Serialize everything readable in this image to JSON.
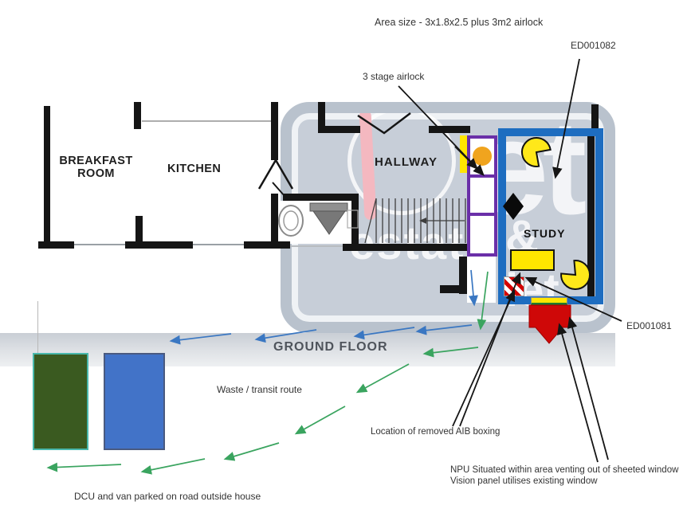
{
  "diagram": {
    "annotations": {
      "area_size": "Area size - 3x1.8x2.5 plus 3m2 airlock",
      "equipment_id_top": "ED001082",
      "airlock": "3 stage airlock",
      "equipment_id_bottom": "ED001081",
      "aib_boxing": "Location of removed AIB boxing",
      "npu_line1": "NPU Situated within area venting out of sheeted window",
      "npu_line2": "Vision panel utilises existing window",
      "waste_route": "Waste / transit route",
      "dcu": "DCU and van parked on road outside house"
    },
    "rooms": {
      "breakfast_line1": "BREAKFAST",
      "breakfast_line2": "ROOM",
      "kitchen": "KITCHEN",
      "hallway": "HALLWAY",
      "study": "STUDY"
    },
    "caption": "GROUND FLOOR",
    "watermark": {
      "big": "et",
      "word1": "estate",
      "word2": "& let"
    },
    "colors": {
      "containment_blue": "#1e6dc0",
      "airlock_purple": "#6a2fa8",
      "highlight_yellow": "#ffe600",
      "hazard_red": "#cf0808",
      "waste_route_green": "#3aa45f",
      "transit_route_blue": "#3a77c2",
      "dcu_green": "#3a5a20",
      "van_blue": "#4273c8",
      "marker_orange": "#f0a41e",
      "wall_black": "#151515"
    }
  }
}
